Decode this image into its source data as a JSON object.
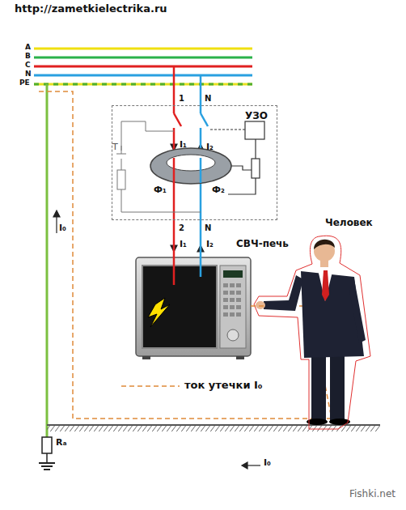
{
  "diagram": {
    "nodes": [
      {
        "text": [
          "УЗО"
        ]
      },
      {
        "text": [
          "СВЧ-печь"
        ]
      },
      {
        "text": [
          "Человек"
        ]
      }
    ],
    "edges": [
      {
        "from": 0,
        "to": 1,
        "arrow": "none"
      },
      {
        "from": 0,
        "to": 1,
        "arrow": "none"
      },
      {
        "from": 1,
        "to": 2,
        "arrow": "none"
      }
    ],
    "labels": [
      "http://zametkielectrika.ru",
      "A",
      "B",
      "C",
      "N",
      "PE",
      "1",
      "N",
      "I₁",
      "I₂",
      "T",
      "Ф₁",
      "Ф₂",
      "2",
      "N",
      "I₁",
      "I₂",
      "I₀",
      "ток утечки I₀",
      "Rₐ",
      "I₀",
      "Fishki.net"
    ]
  }
}
